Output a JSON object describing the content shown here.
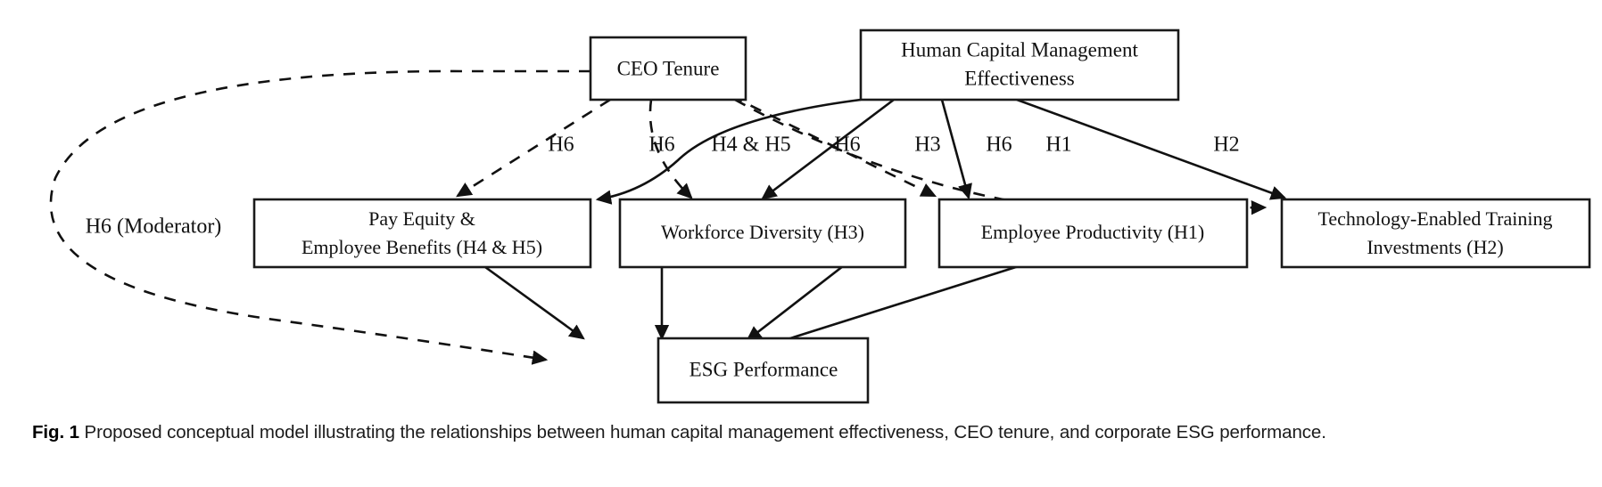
{
  "figure": {
    "caption_label": "Fig. 1",
    "caption_text": "Proposed conceptual model illustrating the relationships between human capital management effectiveness, CEO tenure, and corporate ESG performance."
  },
  "nodes": {
    "ceo_tenure": "CEO Tenure",
    "hcm_line1": "Human Capital Management",
    "hcm_line2": "Effectiveness",
    "pay_equity_line1": "Pay Equity &",
    "pay_equity_line2": "Employee Benefits (H4 & H5)",
    "workforce_diversity": "Workforce Diversity (H3)",
    "employee_productivity": "Employee Productivity (H1)",
    "technology_line1": "Technology-Enabled Training",
    "technology_line2": "Investments (H2)",
    "esg_performance": "ESG Performance"
  },
  "edge_labels": {
    "h6_a": "H6",
    "h6_b": "H6",
    "h4_h5": "H4 & H5",
    "h6_c": "H6",
    "h3": "H3",
    "h6_d": "H6",
    "h1": "H1",
    "h2": "H2",
    "moderator": "H6 (Moderator)"
  },
  "colors": {
    "stroke": "#111111",
    "box_fill": "#ffffff",
    "background": "#ffffff",
    "caption_text": "#1b1b1b"
  }
}
